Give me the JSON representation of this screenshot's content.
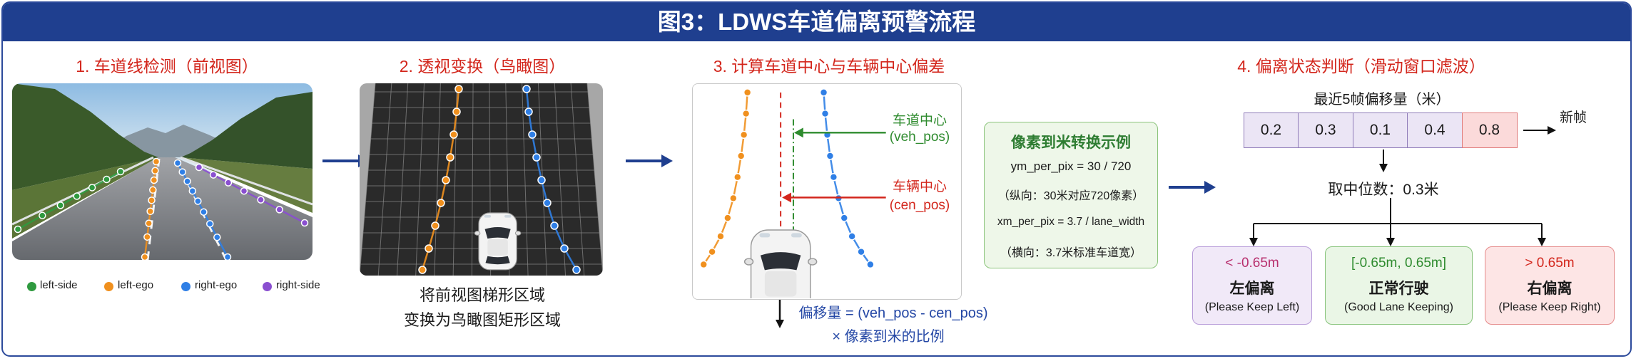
{
  "title": "图3：LDWS车道偏离预警流程",
  "steps": [
    {
      "heading": "1. 车道线检测（前视图）"
    },
    {
      "heading": "2. 透视变换（鸟瞰图）",
      "caption": [
        "将前视图梯形区域",
        "变换为鸟瞰图矩形区域"
      ]
    },
    {
      "heading": "3. 计算车道中心与车辆中心偏差"
    },
    {
      "heading": "4. 偏离状态判断（滑动窗口滤波）"
    }
  ],
  "legend": [
    {
      "label": "left-side",
      "color": "#2f9a3f"
    },
    {
      "label": "left-ego",
      "color": "#f0901e"
    },
    {
      "label": "right-ego",
      "color": "#2f7fe6"
    },
    {
      "label": "right-side",
      "color": "#8a4fd0"
    }
  ],
  "offset_diagram": {
    "lane_center_label": "车道中心",
    "lane_center_var": "(veh_pos)",
    "vehicle_center_label": "车辆中心",
    "vehicle_center_var": "(cen_pos)",
    "formula_line1": "偏移量 = (veh_pos - cen_pos)",
    "formula_line2": "× 像素到米的比例",
    "lane_center_color": "#2e8b2e",
    "vehicle_center_color": "#d3261c"
  },
  "conversion_box": {
    "title": "像素到米转换示例",
    "ym": "ym_per_pix = 30 / 720",
    "ym_note": "（纵向：30米对应720像素）",
    "xm": "xm_per_pix = 3.7 / lane_width",
    "xm_note": "（横向：3.7米标准车道宽）"
  },
  "window": {
    "title": "最近5帧偏移量（米）",
    "values": [
      "0.2",
      "0.3",
      "0.1",
      "0.4",
      "0.8"
    ],
    "new_frame_label": "新帧",
    "median_label": "取中位数：0.3米"
  },
  "states": [
    {
      "range": "< -0.65m",
      "name": "左偏离",
      "hint": "(Please Keep Left)",
      "color": "#b8306e",
      "fill": "#f1e9f8",
      "border": "#b79bd9"
    },
    {
      "range": "[-0.65m, 0.65m]",
      "name": "正常行驶",
      "hint": "(Good Lane Keeping)",
      "color": "#2e8b2e",
      "fill": "#eaf6e6",
      "border": "#86c37a"
    },
    {
      "range": "> 0.65m",
      "name": "右偏离",
      "hint": "(Please Keep Right)",
      "color": "#d3261c",
      "fill": "#fde5e5",
      "border": "#e58a8a"
    }
  ]
}
